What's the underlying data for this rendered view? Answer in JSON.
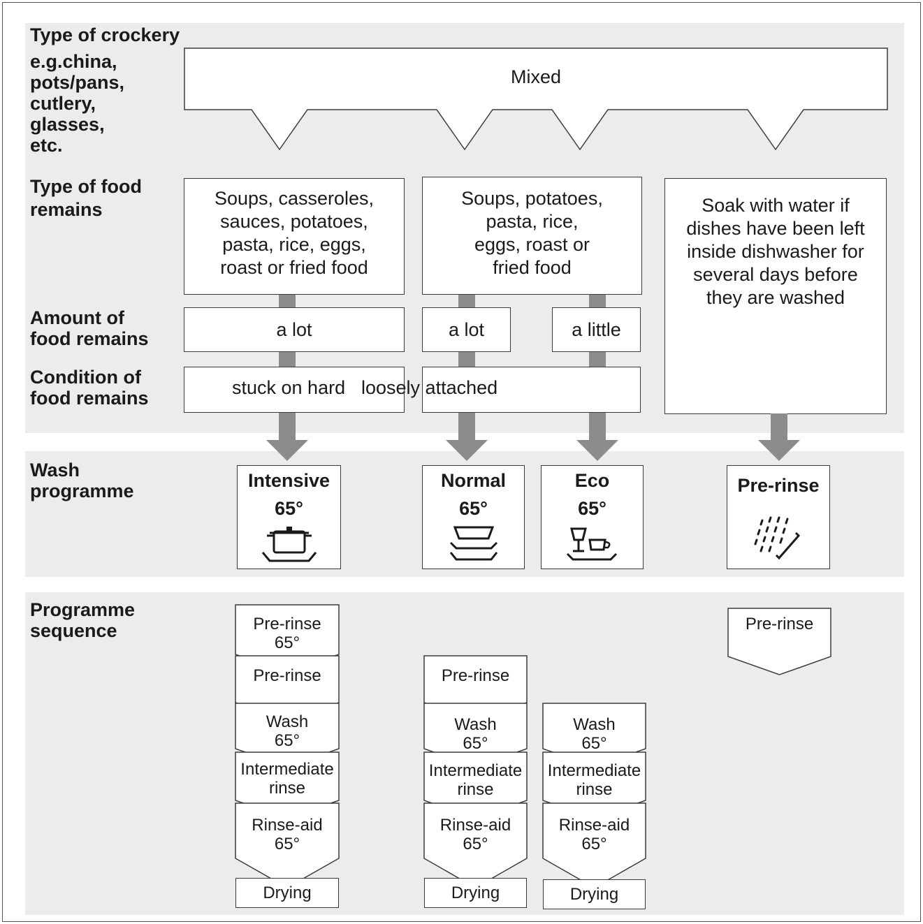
{
  "labels": {
    "crockery": "Type of crockery",
    "crockery_examples": "e.g.china,\n      pots/pans,\n      cutlery,\n      glasses,\n      etc.",
    "food_type": "Type of food\nremains",
    "amount": "Amount of\nfood remains",
    "condition": "Condition of\nfood remains",
    "wash_programme": "Wash\nprogramme",
    "sequence": "Programme\nsequence"
  },
  "crockery_value": "Mixed",
  "food_types": [
    "Soups, casseroles,\nsauces, potatoes,\npasta, rice, eggs,\nroast or fried food",
    "Soups, potatoes,\npasta, rice,\neggs, roast or\nfried food",
    "Soak with water if\ndishes have been left\ninside dishwasher for\nseveral days before\nthey are washed"
  ],
  "amounts": [
    "a lot",
    "a lot",
    "a little"
  ],
  "conditions": [
    "stuck on hard",
    "loosely attached"
  ],
  "programmes": [
    {
      "name": "Intensive",
      "temp": "65°",
      "icon": "pot-icon"
    },
    {
      "name": "Normal",
      "temp": "65°",
      "icon": "plates-icon"
    },
    {
      "name": "Eco",
      "temp": "65°",
      "icon": "glass-cup-icon"
    },
    {
      "name": "Pre-rinse",
      "temp": "",
      "icon": "water-spray-icon"
    }
  ],
  "sequences": {
    "intensive": [
      "Pre-rinse\n65°",
      "Pre-rinse",
      "Wash\n65°",
      "Intermediate\nrinse",
      "Rinse-aid\n65°"
    ],
    "normal": [
      "Pre-rinse",
      "Wash\n65°",
      "Intermediate\nrinse",
      "Rinse-aid\n65°"
    ],
    "eco": [
      "Wash\n65°",
      "Intermediate\nrinse",
      "Rinse-aid\n65°"
    ],
    "prerinse": [
      "Pre-rinse"
    ],
    "drying": "Drying"
  }
}
